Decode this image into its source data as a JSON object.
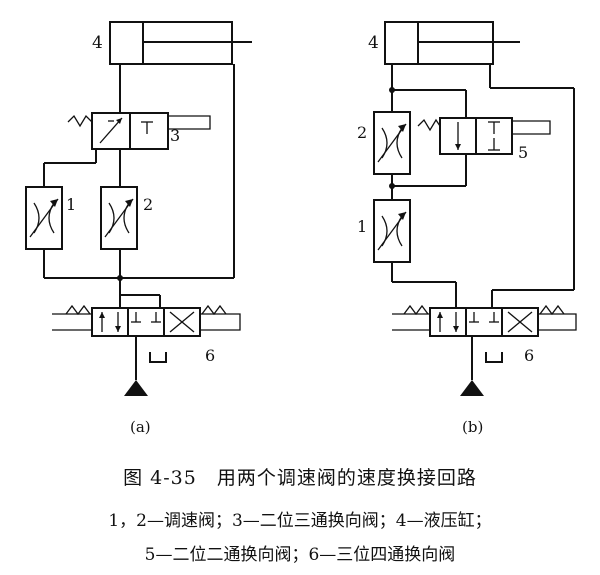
{
  "figure": {
    "left": {
      "cylinder_label": "4",
      "throttle_1_label": "1",
      "throttle_2_label": "2",
      "valve3_label": "3",
      "valve6_label": "6",
      "sublabel": "(a)"
    },
    "right": {
      "cylinder_label": "4",
      "throttle_2_label": "2",
      "throttle_1_label": "1",
      "valve5_label": "5",
      "valve6_label": "6",
      "sublabel": "(b)"
    }
  },
  "caption": {
    "title": "图 4-35　用两个调速阀的速度换接回路",
    "legend_line1": "1，2—调速阀；3—二位三通换向阀；4—液压缸；",
    "legend_line2": "5—二位二通换向阀；6—三位四通换向阀"
  }
}
